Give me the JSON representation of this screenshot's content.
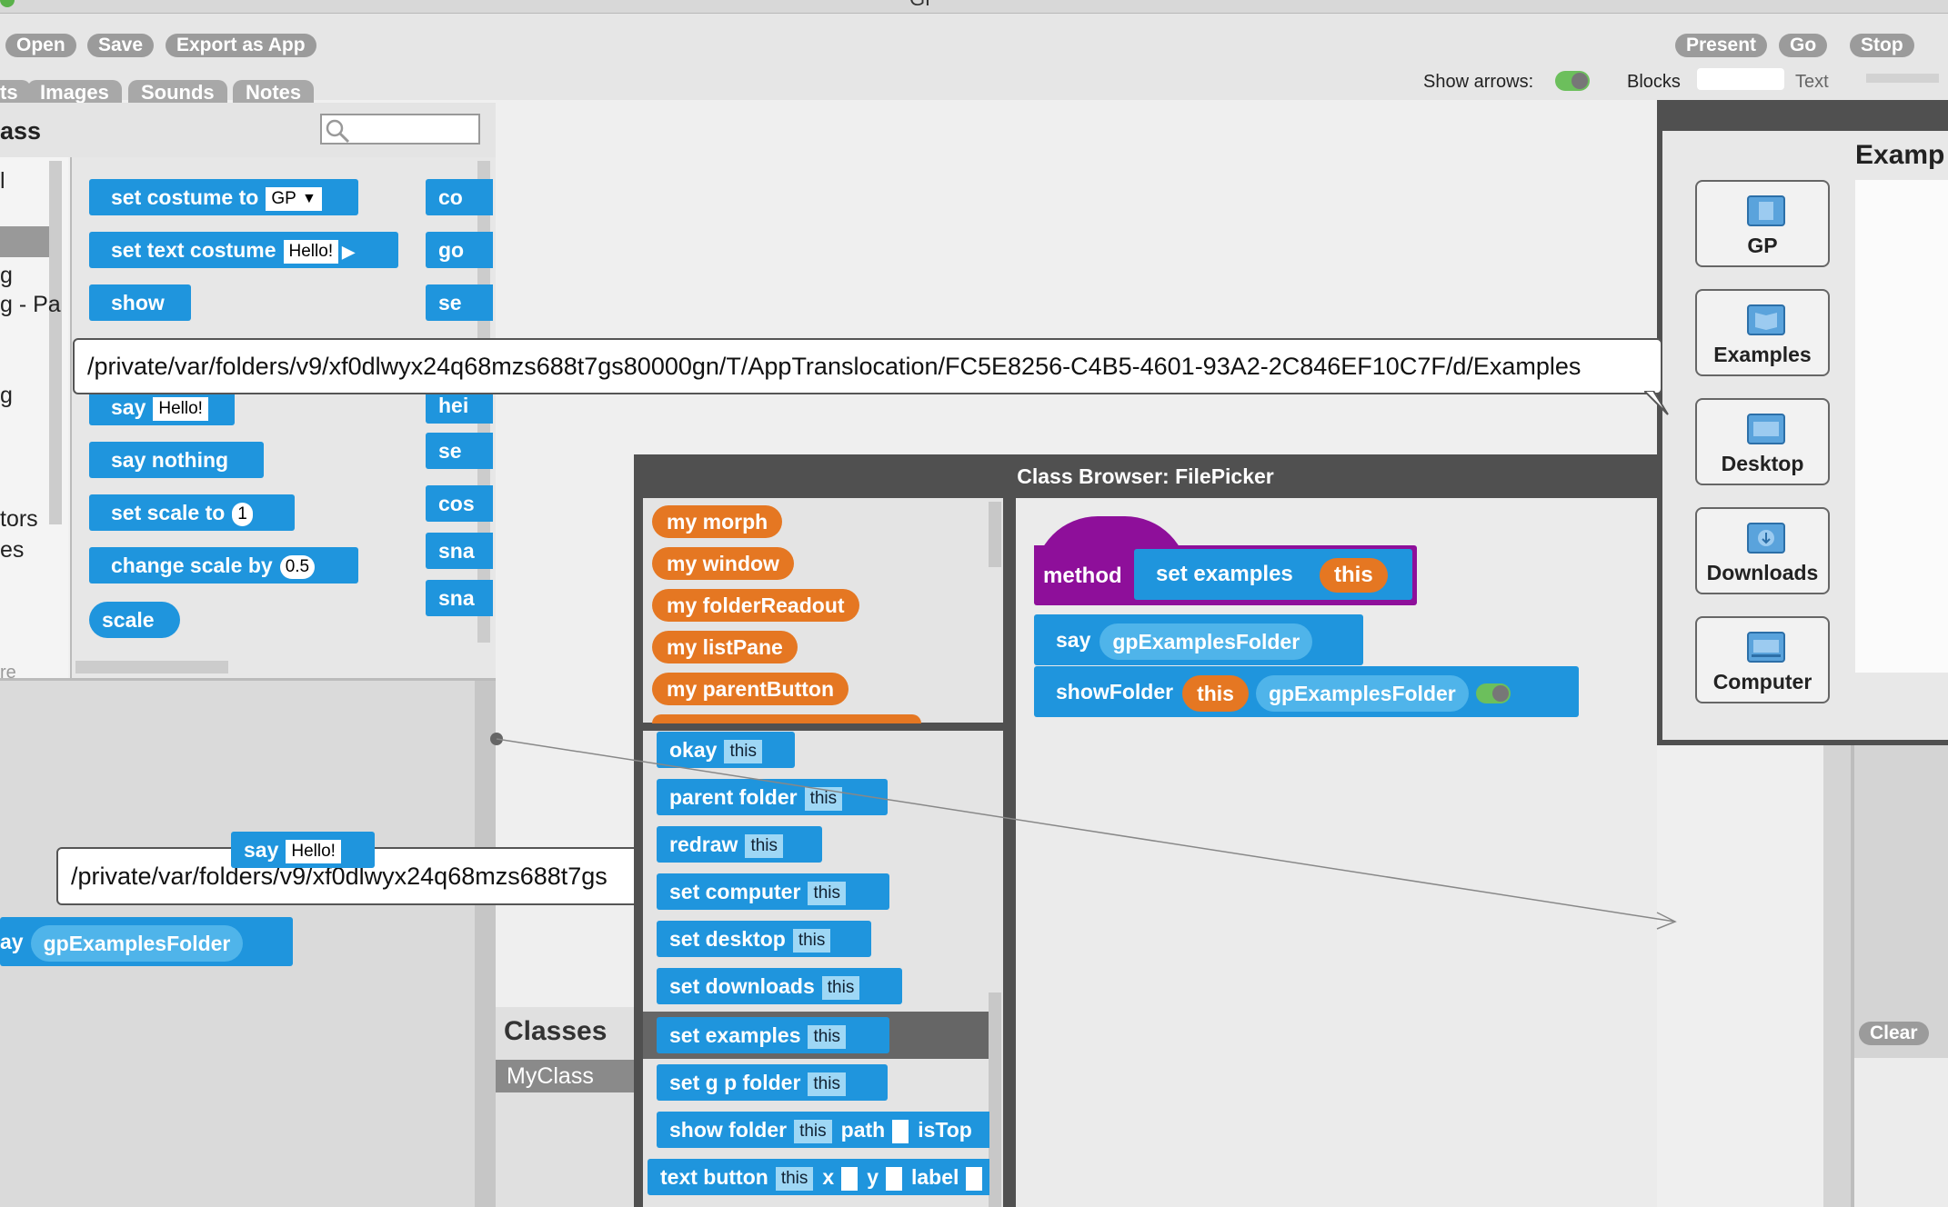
{
  "window": {
    "title": "GP"
  },
  "toolbar": {
    "open": "Open",
    "save": "Save",
    "export": "Export as App",
    "present": "Present",
    "go": "Go",
    "stop": "Stop",
    "show_arrows_label": "Show arrows:",
    "blocks_label": "Blocks",
    "text_label": "Text"
  },
  "tabs": {
    "scripts_partial": "ts",
    "images": "Images",
    "sounds": "Sounds",
    "notes": "Notes"
  },
  "palette": {
    "header_partial": "ass",
    "search_placeholder": "",
    "category_fragments": [
      "l",
      "g",
      "g - Pa",
      "g",
      "tors",
      "es",
      "re"
    ],
    "blocks": [
      {
        "label": "set costume to",
        "arg": "GP"
      },
      {
        "label": "set text costume",
        "arg": "Hello!"
      },
      {
        "label": "show"
      },
      {
        "label": "say",
        "arg": "Hello!"
      },
      {
        "label": "say nothing"
      },
      {
        "label": "set scale to",
        "arg": "1"
      },
      {
        "label": "change scale by",
        "arg": "0.5"
      },
      {
        "label": "scale"
      }
    ],
    "col2_fragments": [
      "co",
      "go",
      "se",
      "hei",
      "se",
      "cos",
      "sna",
      "sna"
    ]
  },
  "tooltip_top": {
    "text": "/private/var/folders/v9/xf0dlwyx24q68mzs688t7gs80000gn/T/AppTranslocation/FC5E8256-C4B5-4601-93A2-2C846EF10C7F/d/Examples"
  },
  "tooltip_bottom": {
    "text": "/private/var/folders/v9/xf0dlwyx24q68mzs688t7gs"
  },
  "stage_blocks": {
    "say_label": "say",
    "say_arg": "Hello!",
    "lower_partial": "ay",
    "lower_arg": "gpExamplesFolder"
  },
  "class_browser": {
    "title": "Class Browser: FilePicker",
    "vars": [
      "my morph",
      "my window",
      "my folderReadout",
      "my listPane",
      "my parentButton"
    ],
    "methods": [
      {
        "label": "okay",
        "arg": "this"
      },
      {
        "label": "parent folder",
        "arg": "this"
      },
      {
        "label": "redraw",
        "arg": "this"
      },
      {
        "label": "set computer",
        "arg": "this"
      },
      {
        "label": "set desktop",
        "arg": "this"
      },
      {
        "label": "set downloads",
        "arg": "this"
      },
      {
        "label": "set examples",
        "arg": "this"
      },
      {
        "label": "set g p folder",
        "arg": "this"
      },
      {
        "label": "show folder",
        "arg": "this",
        "extra1": "path",
        "extra2": "isTop"
      },
      {
        "label": "text button",
        "arg": "this",
        "extra1": "x",
        "extra2": "y",
        "extra3": "label"
      }
    ],
    "selected_method": "set examples",
    "editor": {
      "method_keyword": "method",
      "method_name": "set examples",
      "method_param": "this",
      "line1_cmd": "say",
      "line1_arg": "gpExamplesFolder",
      "line2_cmd": "showFolder",
      "line2_arg1": "this",
      "line2_arg2": "gpExamplesFolder"
    }
  },
  "classes_panel": {
    "title": "Classes",
    "items": [
      "MyClass"
    ]
  },
  "file_picker": {
    "heading_partial": "Examp",
    "buttons": [
      "GP",
      "Examples",
      "Desktop",
      "Downloads",
      "Computer"
    ],
    "clear": "Clear"
  },
  "colors": {
    "command_block": "#1f95dd",
    "variable_block": "#e57722",
    "method_hat": "#8e0f9a",
    "toolbar_pill": "#9b9b9b"
  }
}
